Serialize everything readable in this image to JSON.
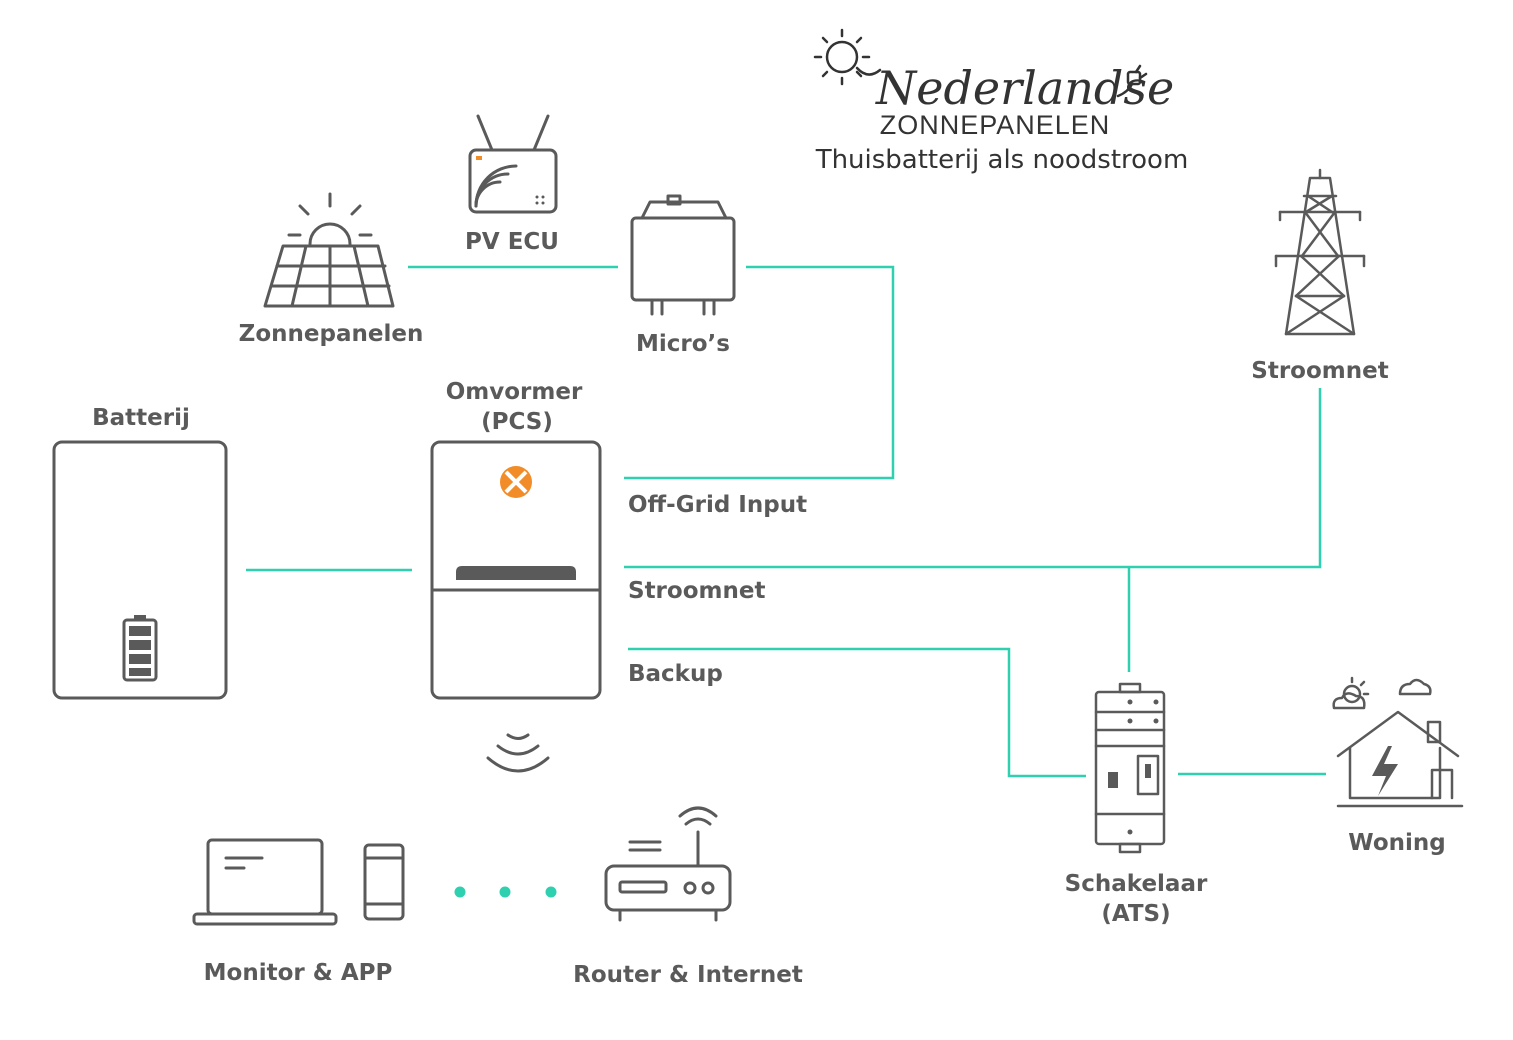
{
  "brand": {
    "script_name": "Nederlandse",
    "caps_name": "ZONNEPANELEN",
    "subtitle": "Thuisbatterij als noodstroom"
  },
  "components": {
    "pv_ecu": "PV ECU",
    "solar_panels": "Zonnepanelen",
    "micros": "Micro’s",
    "grid_tower": "Stroomnet",
    "battery": "Batterij",
    "inverter_line1": "Omvormer",
    "inverter_line2": "(PCS)",
    "switch_line1": "Schakelaar",
    "switch_line2": "(ATS)",
    "house": "Woning",
    "monitor": "Monitor & APP",
    "router": "Router & Internet"
  },
  "ports": {
    "offgrid": "Off-Grid Input",
    "grid": "Stroomnet",
    "backup": "Backup"
  },
  "colors": {
    "connection_line": "#2fd0b0",
    "icon_stroke": "#5a5a5a",
    "brand_accent": "#f28c28"
  }
}
